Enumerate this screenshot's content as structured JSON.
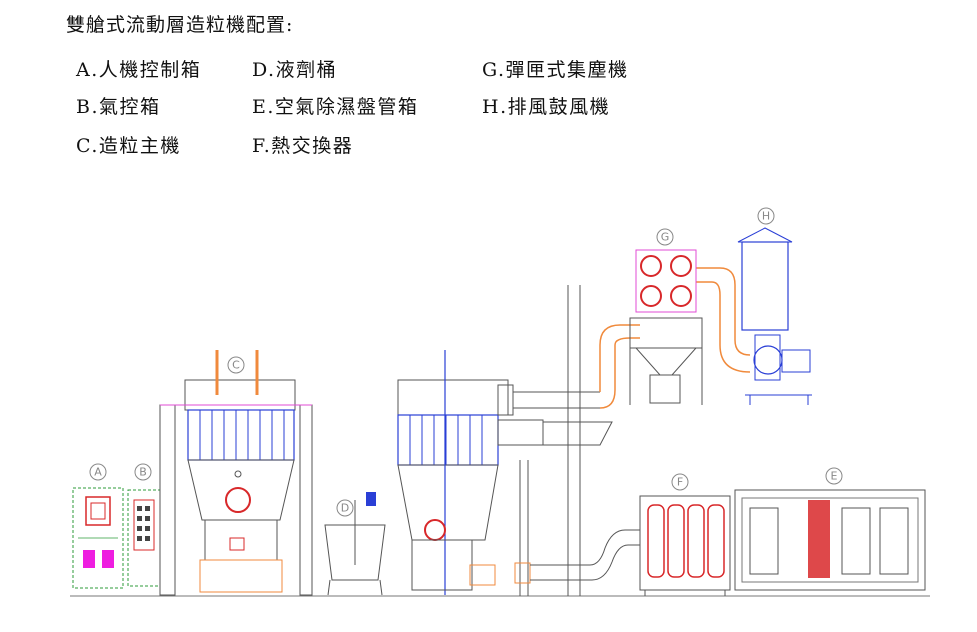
{
  "title": "雙艙式流動層造粒機配置:",
  "legend": [
    {
      "key": "A",
      "text": "A.人機控制箱"
    },
    {
      "key": "B",
      "text": "B.氣控箱"
    },
    {
      "key": "C",
      "text": "C.造粒主機"
    },
    {
      "key": "D",
      "text": "D.液劑桶"
    },
    {
      "key": "E",
      "text": "E.空氣除濕盤管箱"
    },
    {
      "key": "F",
      "text": "F.熱交換器"
    },
    {
      "key": "G",
      "text": "G.彈匣式集塵機"
    },
    {
      "key": "H",
      "text": "H.排風鼓風機"
    }
  ],
  "markers": {
    "A": "A",
    "B": "B",
    "C": "C",
    "D": "D",
    "E": "E",
    "F": "F",
    "G": "G",
    "H": "H"
  },
  "colors": {
    "line": "#555555",
    "duct": "#f08a3c",
    "filter": "#2a3fd6",
    "pink": "#e24bd6",
    "red": "#d8282a",
    "green": "#2e9b3a"
  }
}
